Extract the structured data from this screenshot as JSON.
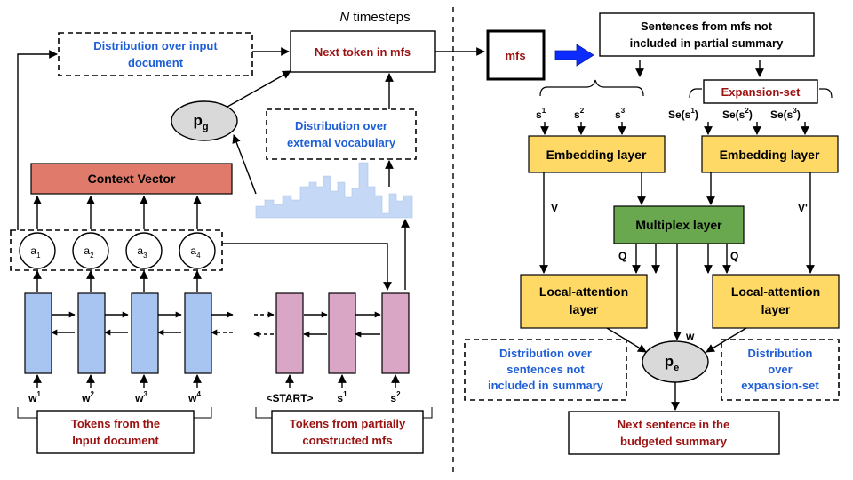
{
  "colors": {
    "blue_text": "#1f5fd6",
    "red_text": "#9b1212",
    "context_fill": "#e07b6c",
    "lstm_fill": "#a8c4f0",
    "decoder_fill": "#d9a6c6",
    "yellow_fill": "#ffd966",
    "green_fill": "#6aa84f",
    "gray_fill": "#d9d9d9",
    "histogram_fill": "#c5d8f5",
    "arrow_blue": "#0b2bff"
  },
  "left": {
    "timesteps_n": "N",
    "timesteps_rest": " timesteps",
    "dist_input_lines": [
      "Distribution over input",
      "document"
    ],
    "next_token": "Next token in mfs",
    "dist_vocab_lines": [
      "Distribution over",
      "external vocabulary"
    ],
    "pg_main": "p",
    "pg_sub": "g",
    "context_vector": "Context Vector",
    "attention": [
      {
        "main": "a",
        "sub": "1"
      },
      {
        "main": "a",
        "sub": "2"
      },
      {
        "main": "a",
        "sub": "3"
      },
      {
        "main": "a",
        "sub": "4"
      }
    ],
    "encoder_tokens": [
      {
        "main": "w",
        "sup": "1"
      },
      {
        "main": "w",
        "sup": "2"
      },
      {
        "main": "w",
        "sup": "3"
      },
      {
        "main": "w",
        "sup": "4"
      }
    ],
    "decoder_tokens": [
      {
        "main": "<START>",
        "sup": ""
      },
      {
        "main": "s",
        "sup": "1"
      },
      {
        "main": "s",
        "sup": "2"
      }
    ],
    "tokens_input_lines": [
      "Tokens from the",
      "Input document"
    ],
    "tokens_partial_lines": [
      "Tokens from partially",
      "constructed mfs"
    ]
  },
  "right": {
    "mfs": "mfs",
    "sentences_lines": [
      "Sentences from mfs not",
      "included in partial summary"
    ],
    "expansion_set": "Expansion-set",
    "s_labels": [
      {
        "main": "s",
        "sup": "1"
      },
      {
        "main": "s",
        "sup": "2"
      },
      {
        "main": "s",
        "sup": "3"
      }
    ],
    "se_labels": [
      {
        "pre": "Se(s",
        "sup": "1",
        "post": ")"
      },
      {
        "pre": "Se(s",
        "sup": "2",
        "post": ")"
      },
      {
        "pre": "Se(s",
        "sup": "3",
        "post": ")"
      }
    ],
    "embedding_layer": "Embedding layer",
    "multiplex_layer": "Multiplex layer",
    "local_attention_lines": [
      "Local-attention",
      "layer"
    ],
    "v_label": "V",
    "v_prime_label": "V'",
    "q_label": "Q",
    "w_label": "w",
    "pe_main": "p",
    "pe_sub": "e",
    "dist_sentences_lines": [
      "Distribution over",
      "sentences not",
      "included in summary"
    ],
    "dist_expansion_lines": [
      "Distribution",
      "over",
      "expansion-set"
    ],
    "next_sentence_lines": [
      "Next sentence in the",
      "budgeted summary"
    ]
  }
}
